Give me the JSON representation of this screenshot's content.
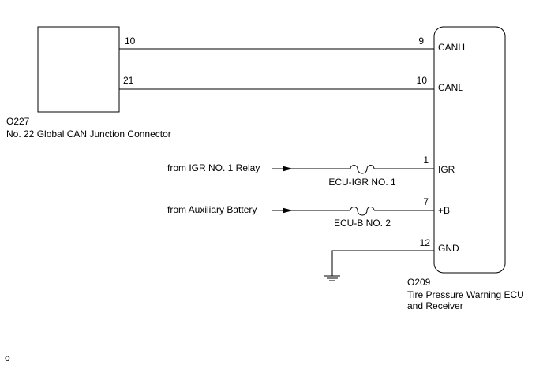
{
  "connector_o227": {
    "code": "O227",
    "name": "No. 22 Global CAN Junction Connector",
    "pins": {
      "canh": "10",
      "canl": "21"
    }
  },
  "ecu_o209": {
    "code": "O209",
    "name_line1": "Tire Pressure Warning ECU",
    "name_line2": "and Receiver",
    "pins": {
      "canh": {
        "number": "9",
        "label": "CANH"
      },
      "canl": {
        "number": "10",
        "label": "CANL"
      },
      "igr": {
        "number": "1",
        "label": "IGR"
      },
      "plus_b": {
        "number": "7",
        "label": "+B"
      },
      "gnd": {
        "number": "12",
        "label": "GND"
      }
    }
  },
  "sources": {
    "igr_relay": "from IGR NO. 1 Relay",
    "aux_battery": "from Auxiliary Battery"
  },
  "fuses": {
    "ecu_igr": "ECU-IGR NO. 1",
    "ecu_b": "ECU-B NO. 2"
  },
  "footer_mark": "o"
}
